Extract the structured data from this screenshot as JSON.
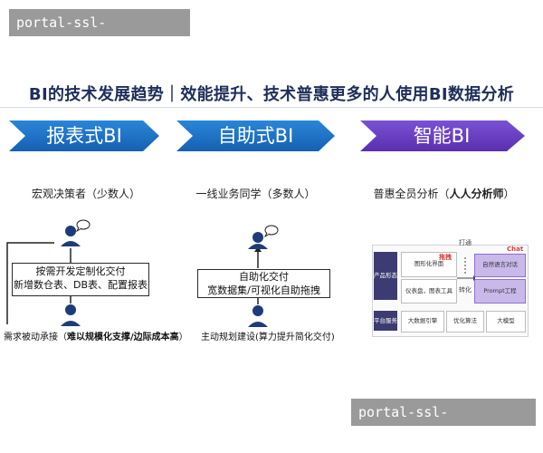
{
  "watermark": {
    "top": "portal-ssl-mksport.com",
    "bottom": "portal-ssl-mksport.com"
  },
  "headline": "BI的技术发展趋势｜效能提升、技术普惠更多的人使用BI数据分析",
  "stages": [
    {
      "label": "报表式BI",
      "audience": "宏观决策者（少数人）"
    },
    {
      "label": "自助式BI",
      "audience": "一线业务同学（多数人）"
    },
    {
      "label": "智能BI",
      "audience_plain": "普惠全员分析（",
      "audience_bold": "人人分析师",
      "audience_tail": "）"
    }
  ],
  "panel1": {
    "box_line1": "按需开发定制化交付",
    "box_line2": "新增数仓表、DB表、配置报表",
    "footer_plain": "需求被动承接（",
    "footer_bold": "难以规模化支撑/边际成本高",
    "footer_tail": "）"
  },
  "panel2": {
    "box_line1": "自助化交付",
    "box_line2": "宽数据集/可视化自助拖拽",
    "footer": "主动规划建设(算力提升简化交付)"
  },
  "panel3": {
    "product_label": "产品形态",
    "platform_label": "平台服务",
    "cell_graphic": "图形化界面",
    "cell_dashboard": "仪表盘，图表工具",
    "cell_nl": "自然语言对话",
    "cell_prompt": "Prompt工程",
    "cell_bigdata": "大数据引擎",
    "cell_algo": "优化算法",
    "cell_llm": "大模型",
    "chat_tag": "Chat",
    "drag_tag": "拖拽",
    "connect_label": "打通",
    "convert_label": "转化"
  },
  "colors": {
    "arrow_blue": "#1f6fc6",
    "arrow_purple": "#6a3fc4",
    "headline": "#1f2e5a"
  }
}
